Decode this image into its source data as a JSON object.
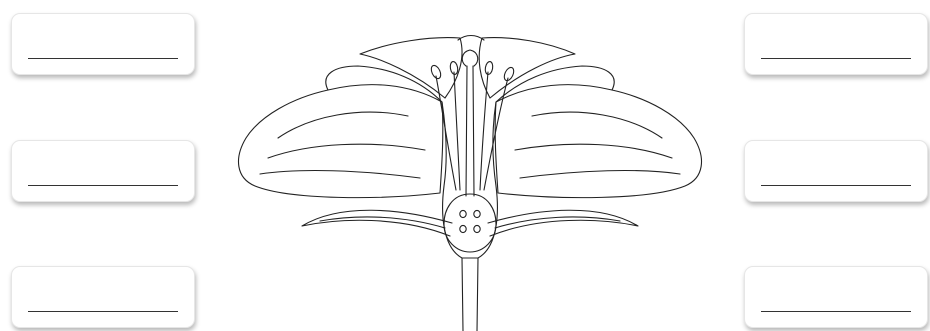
{
  "diagram": {
    "subject": "flower-cross-section",
    "label_boxes": [
      {
        "id": "left-1",
        "answer": ""
      },
      {
        "id": "left-2",
        "answer": ""
      },
      {
        "id": "left-3",
        "answer": ""
      },
      {
        "id": "right-1",
        "answer": ""
      },
      {
        "id": "right-2",
        "answer": ""
      },
      {
        "id": "right-3",
        "answer": ""
      }
    ],
    "colors": {
      "line": "#222222",
      "box_border": "#e6e6e6",
      "background": "#ffffff"
    }
  }
}
